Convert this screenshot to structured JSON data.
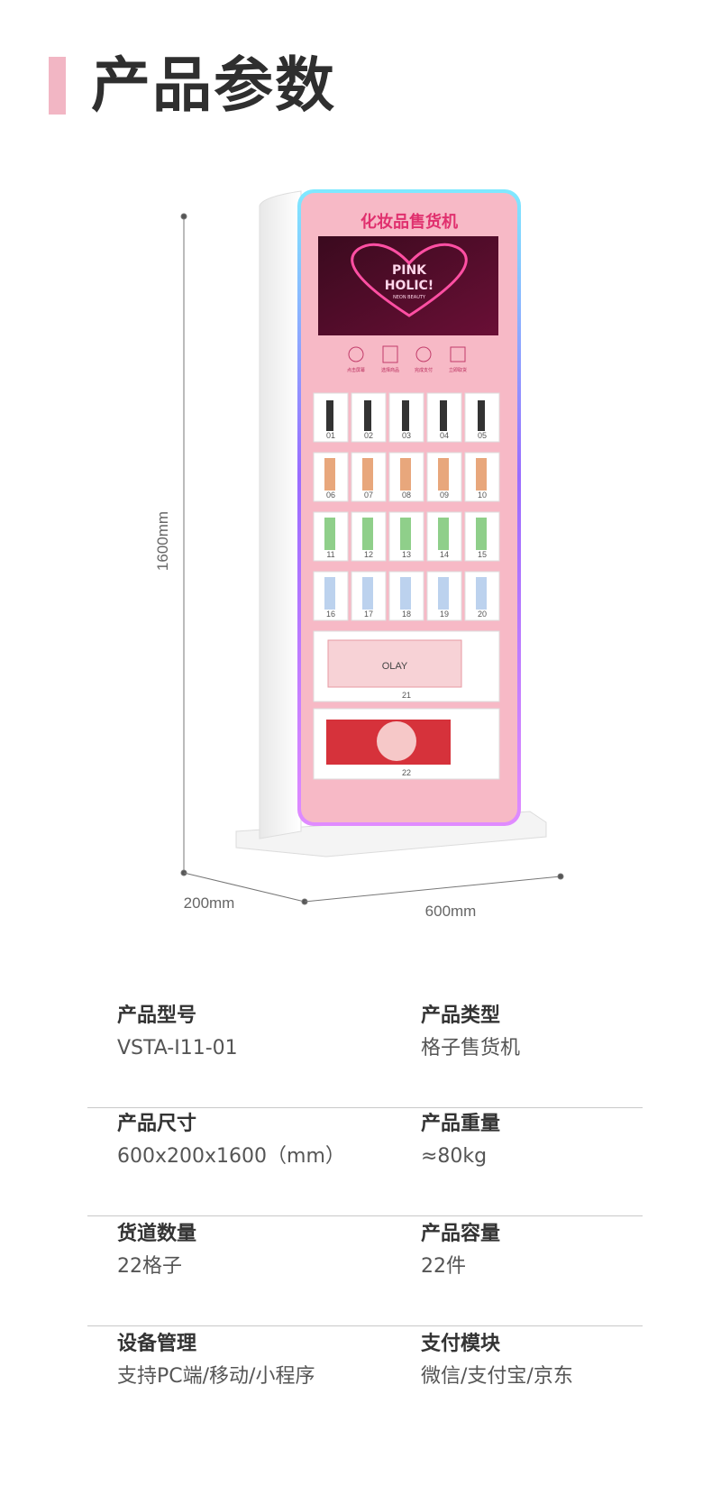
{
  "heading": {
    "title": "产品参数",
    "accent_color": "#f2b6c4"
  },
  "machine": {
    "screen_title": "化妆品售货机",
    "brand_line1": "PINK",
    "brand_line2": "HOLIC!",
    "brand_sub": "NEON BEAUTY",
    "steps": [
      "点击屏幕",
      "选择商品",
      "完成支付",
      "立即取货"
    ],
    "slots_row1": [
      "01",
      "02",
      "03",
      "04",
      "05"
    ],
    "slots_row2": [
      "06",
      "07",
      "08",
      "09",
      "10"
    ],
    "slots_row3": [
      "11",
      "12",
      "13",
      "14",
      "15"
    ],
    "slots_row4": [
      "16",
      "17",
      "18",
      "19",
      "20"
    ],
    "slot_large1": "21",
    "slot_large2": "22",
    "box_brand": "OLAY"
  },
  "dimensions": {
    "height": "1600mm",
    "depth": "200mm",
    "width": "600mm"
  },
  "specs": [
    {
      "left_label": "产品型号",
      "left_value": "VSTA-I11-01",
      "right_label": "产品类型",
      "right_value": "格子售货机"
    },
    {
      "left_label": "产品尺寸",
      "left_value": "600x200x1600（mm）",
      "right_label": "产品重量",
      "right_value": "≈80kg"
    },
    {
      "left_label": "货道数量",
      "left_value": "22格子",
      "right_label": "产品容量",
      "right_value": "22件"
    },
    {
      "left_label": "设备管理",
      "left_value": "支持PC端/移动/小程序",
      "right_label": "支付模块",
      "right_value": "微信/支付宝/京东"
    }
  ]
}
